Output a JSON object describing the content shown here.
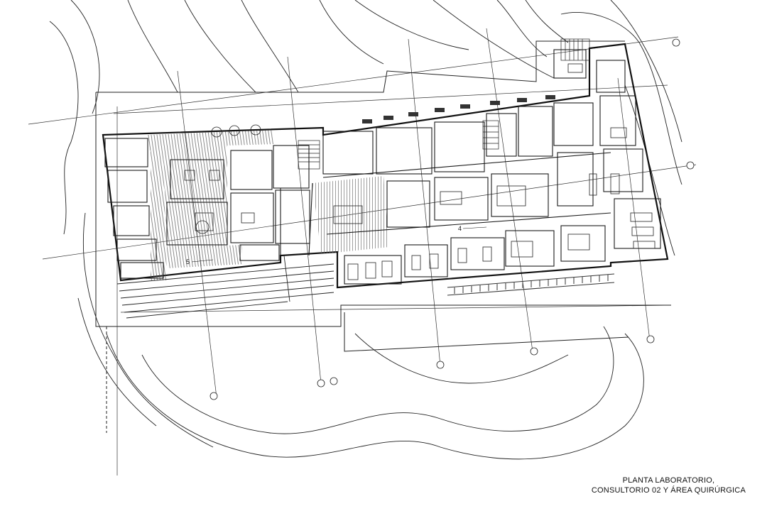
{
  "drawing": {
    "caption_line1": "PLANTA LABORATORIO,",
    "caption_line2": "CONSULTORIO 02 Y ÁREA QUIRÚRGICA",
    "section_label_left": "5",
    "section_label_right": "4",
    "line_color": "#1a1a1a",
    "hatch_color": "#6b6b6b"
  }
}
